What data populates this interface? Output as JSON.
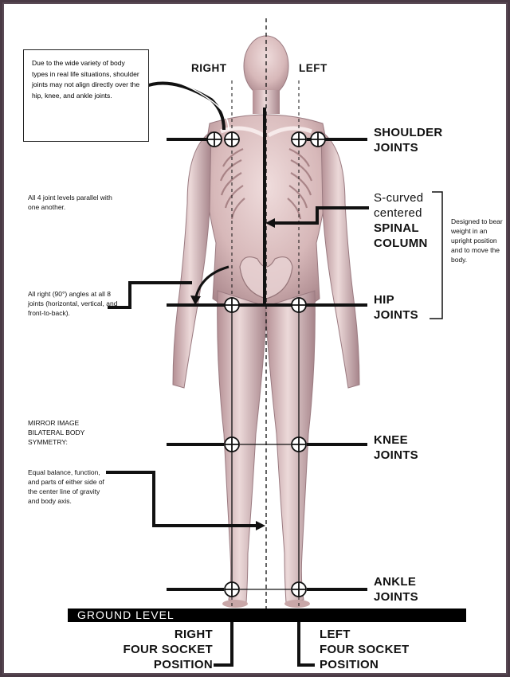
{
  "diagram": {
    "side_labels": {
      "right": "RIGHT",
      "left": "LEFT"
    },
    "note_box": "Due to the wide variety of body types in real life situations, shoulder joints may not align directly over the hip, knee, and ankle joints.",
    "notes": {
      "parallel": "All 4 joint levels parallel with one another.",
      "right_angles": "All right (90°) angles at all 8 joints (horizontal, vertical, and front-to-back).",
      "mirror": "MIRROR IMAGE BILATERAL BODY SYMMETRY:",
      "balance": "Equal balance, function, and parts of either side of the center line of gravity and body axis.",
      "spine_bracket": "Designed to bear weight in an upright position and to move the body."
    },
    "joint_labels": {
      "shoulder_1": "SHOULDER",
      "shoulder_2": "JOINTS",
      "spinal_1": "S-curved",
      "spinal_2": "centered",
      "spinal_3": "SPINAL",
      "spinal_4": "COLUMN",
      "hip_1": "HIP",
      "hip_2": "JOINTS",
      "knee_1": "KNEE",
      "knee_2": "JOINTS",
      "ankle_1": "ANKLE",
      "ankle_2": "JOINTS"
    },
    "ground_label": "GROUND LEVEL",
    "socket": {
      "right_1": "RIGHT",
      "right_2": "FOUR SOCKET",
      "right_3": "POSITION",
      "left_1": "LEFT",
      "left_2": "FOUR SOCKET",
      "left_3": "POSITION"
    },
    "colors": {
      "skin_light": "#ead6d6",
      "skin_mid": "#c9a7a8",
      "skin_dark": "#8e6e72",
      "bone": "#f4e8e8",
      "frame": "#4a3a45"
    }
  }
}
